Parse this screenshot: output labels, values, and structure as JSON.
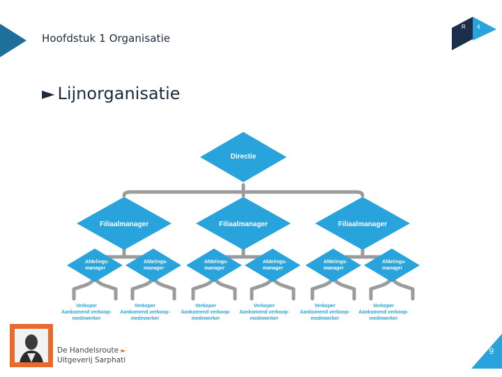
{
  "header": {
    "chapter_title": "Hoofdstuk 1 Organisatie",
    "badge_left": "R",
    "badge_right": "4"
  },
  "slide": {
    "bullet": "►",
    "heading": "Lijnorganisatie",
    "page_number": "9"
  },
  "publisher": {
    "line1": "De Handelsroute",
    "line2": "Uitgeverij Sarphati"
  },
  "colors": {
    "accent_blue": "#29a3dc",
    "dark_navy": "#1b2f4a",
    "connector_gray": "#9b9b9b",
    "logo_orange": "#e86a2c"
  },
  "org_chart": {
    "top": "Directie",
    "branch_managers": [
      "Filiaalmanager",
      "Filiaalmanager",
      "Filiaalmanager"
    ],
    "department_manager_line1": "Afdelings-",
    "department_manager_line2": "manager",
    "staff_line1": "Verkoper",
    "staff_line2": "Aankomend verkoop-",
    "staff_line3": "medewerker"
  }
}
